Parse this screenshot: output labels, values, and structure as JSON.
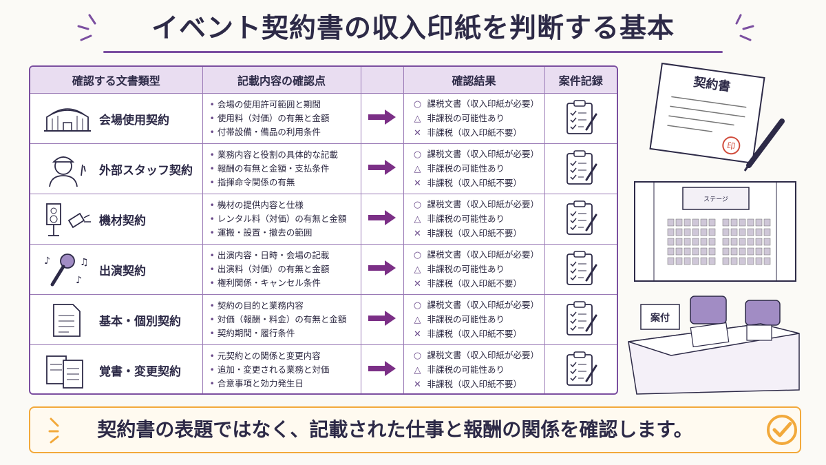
{
  "title": "イベント契約書の収入印紙を判断する基本",
  "headers": [
    "確認する文書類型",
    "記載内容の確認点",
    "",
    "確認結果",
    "案件記録"
  ],
  "result_marks": [
    "○",
    "△",
    "✕"
  ],
  "results": [
    "課税文書（収入印紙が必要）",
    "非課税の可能性あり",
    "非課税（収入印紙不要）"
  ],
  "rows": [
    {
      "icon": "venue-building-icon",
      "name": "会場使用契約",
      "points": [
        "会場の使用許可範囲と期間",
        "使用料（対価）の有無と金額",
        "付帯設備・備品の利用条件"
      ]
    },
    {
      "icon": "staff-person-icon",
      "name": "外部スタッフ契約",
      "points": [
        "業務内容と役割の具体的な記載",
        "報酬の有無と金額・支払条件",
        "指揮命令関係の有無"
      ]
    },
    {
      "icon": "speaker-light-icon",
      "name": "機材契約",
      "points": [
        "機材の提供内容と仕様",
        "レンタル料（対価）の有無と金額",
        "運搬・設置・撤去の範囲"
      ]
    },
    {
      "icon": "microphone-icon",
      "name": "出演契約",
      "points": [
        "出演内容・日時・会場の記載",
        "出演料（対価）の有無と金額",
        "権利関係・キャンセル条件"
      ]
    },
    {
      "icon": "document-icon",
      "name": "基本・個別契約",
      "points": [
        "契約の目的と業務内容",
        "対価（報酬・料金）の有無と金額",
        "契約期間・履行条件"
      ]
    },
    {
      "icon": "two-documents-icon",
      "name": "覚書・変更契約",
      "points": [
        "元契約との関係と変更内容",
        "追加・変更される業務と対価",
        "合意事項と効力発生日"
      ]
    }
  ],
  "contract_doc_title": "契約書",
  "seal_text": "印",
  "floor_plan_label": "ステージ",
  "reception_sign": "案付",
  "footer_text": "契約書の表題ではなく、記載された仕事と報酬の関係を確認します。",
  "colors": {
    "accent": "#7b4fa0",
    "header_bg": "#e9ddf1",
    "footer_border": "#f2a93b"
  }
}
